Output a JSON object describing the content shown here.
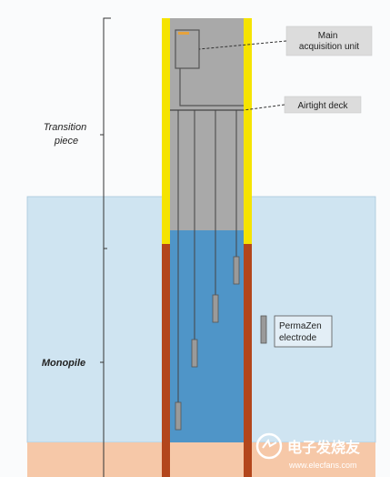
{
  "labels": {
    "transition_piece": [
      "Transition",
      "piece"
    ],
    "monopile": "Monopile",
    "main_acquisition_unit": [
      "Main",
      "acquisition unit"
    ],
    "airtight_deck": "Airtight deck",
    "permazen_electrode": [
      "PermaZen",
      "electrode"
    ],
    "watermark": "电子发烧友",
    "watermark_url": "www.elecfans.com"
  },
  "colors": {
    "background": "#fafbfc",
    "sea_water": "#cfe4f1",
    "seabed": "#f6c8a8",
    "inner_water": "#4f95c8",
    "inner_air": "#a9a9a9",
    "tp_wall": "#f5e300",
    "monopile_wall": "#b3461c",
    "electrode": "#9a9a9a",
    "acquisition_unit": "#a6a6a6"
  }
}
